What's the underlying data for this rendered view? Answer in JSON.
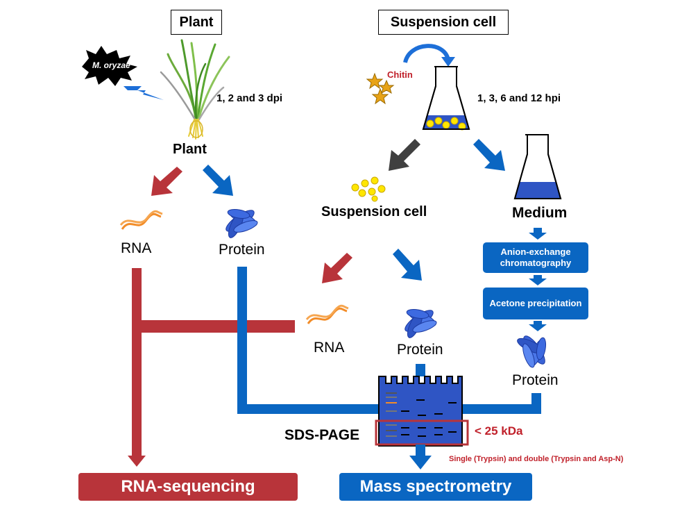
{
  "headers": {
    "plant": "Plant",
    "suspension_cell": "Suspension cell"
  },
  "left": {
    "pathogen": "M. oryzae",
    "timepoints": "1, 2 and 3 dpi",
    "sample": "Plant",
    "rna": "RNA",
    "protein": "Protein"
  },
  "right": {
    "elicitor": "Chitin",
    "timepoints": "1, 3, 6 and 12 hpi",
    "cells": "Suspension cell",
    "medium": "Medium",
    "rna": "RNA",
    "protein": "Protein",
    "step1": "Anion-exchange chromatography",
    "step2": "Acetone precipitation",
    "medium_protein": "Protein"
  },
  "gel": {
    "label": "SDS-PAGE",
    "cutoff": "< 25 kDa",
    "digestion": "Single (Trypsin) and double (Trypsin and Asp-N)"
  },
  "outputs": {
    "rna_seq": "RNA-sequencing",
    "mass_spec": "Mass spectrometry"
  },
  "colors": {
    "red": "#b8343a",
    "blue": "#0a66c2",
    "orange": "#f28c28",
    "dark_red_text": "#c0202a",
    "star": "#e8a317"
  },
  "icons": [
    "burst-icon",
    "lightning-icon",
    "rice-plant-icon",
    "flask-icon",
    "star-icon",
    "rna-strand-icon",
    "protein-icon",
    "gel-icon"
  ]
}
